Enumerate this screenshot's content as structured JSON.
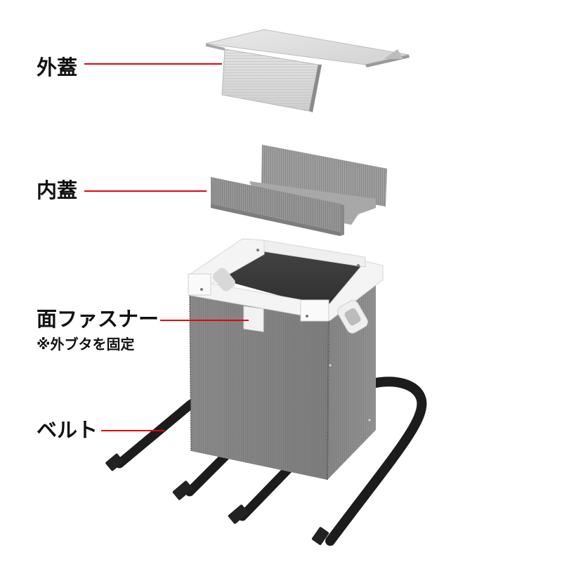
{
  "diagram": {
    "type": "exploded-product-diagram",
    "accent_color": "#e60012",
    "parts": [
      {
        "id": "outer-lid",
        "label": "外蓋",
        "note": ""
      },
      {
        "id": "inner-lid",
        "label": "内蓋",
        "note": ""
      },
      {
        "id": "velcro-fastener",
        "label": "面ファスナー",
        "note": "※外ブタを固定"
      },
      {
        "id": "belt",
        "label": "ベルト",
        "note": ""
      }
    ]
  }
}
